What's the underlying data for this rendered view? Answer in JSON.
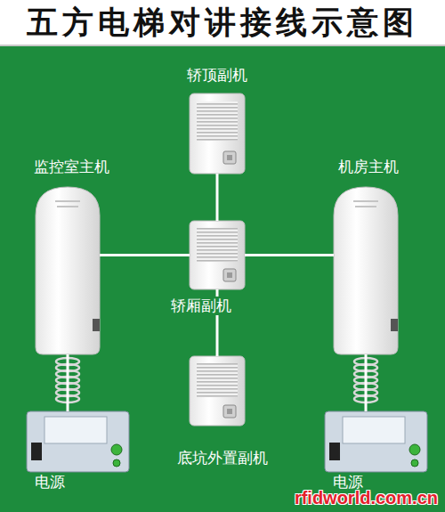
{
  "diagram": {
    "title": "五方电梯对讲接线示意图",
    "nodes": [
      {
        "text": [
          "轿顶副机"
        ]
      },
      {
        "text": [
          "监控室主机"
        ]
      },
      {
        "text": [
          "机房主机"
        ]
      },
      {
        "text": [
          "轿厢副机"
        ]
      },
      {
        "text": [
          "底坑外置副机"
        ]
      },
      {
        "text": [
          "电源"
        ]
      },
      {
        "text": [
          "电源"
        ]
      }
    ],
    "edges": [
      {
        "from": 0,
        "to": 3,
        "arrow": "none"
      },
      {
        "from": 1,
        "to": 3,
        "arrow": "none"
      },
      {
        "from": 3,
        "to": 2,
        "arrow": "none"
      },
      {
        "from": 3,
        "to": 4,
        "arrow": "none"
      },
      {
        "from": 1,
        "to": 5,
        "arrow": "none"
      },
      {
        "from": 2,
        "to": 6,
        "arrow": "none"
      }
    ],
    "labels": [
      "rfidworld.com.cn"
    ]
  }
}
